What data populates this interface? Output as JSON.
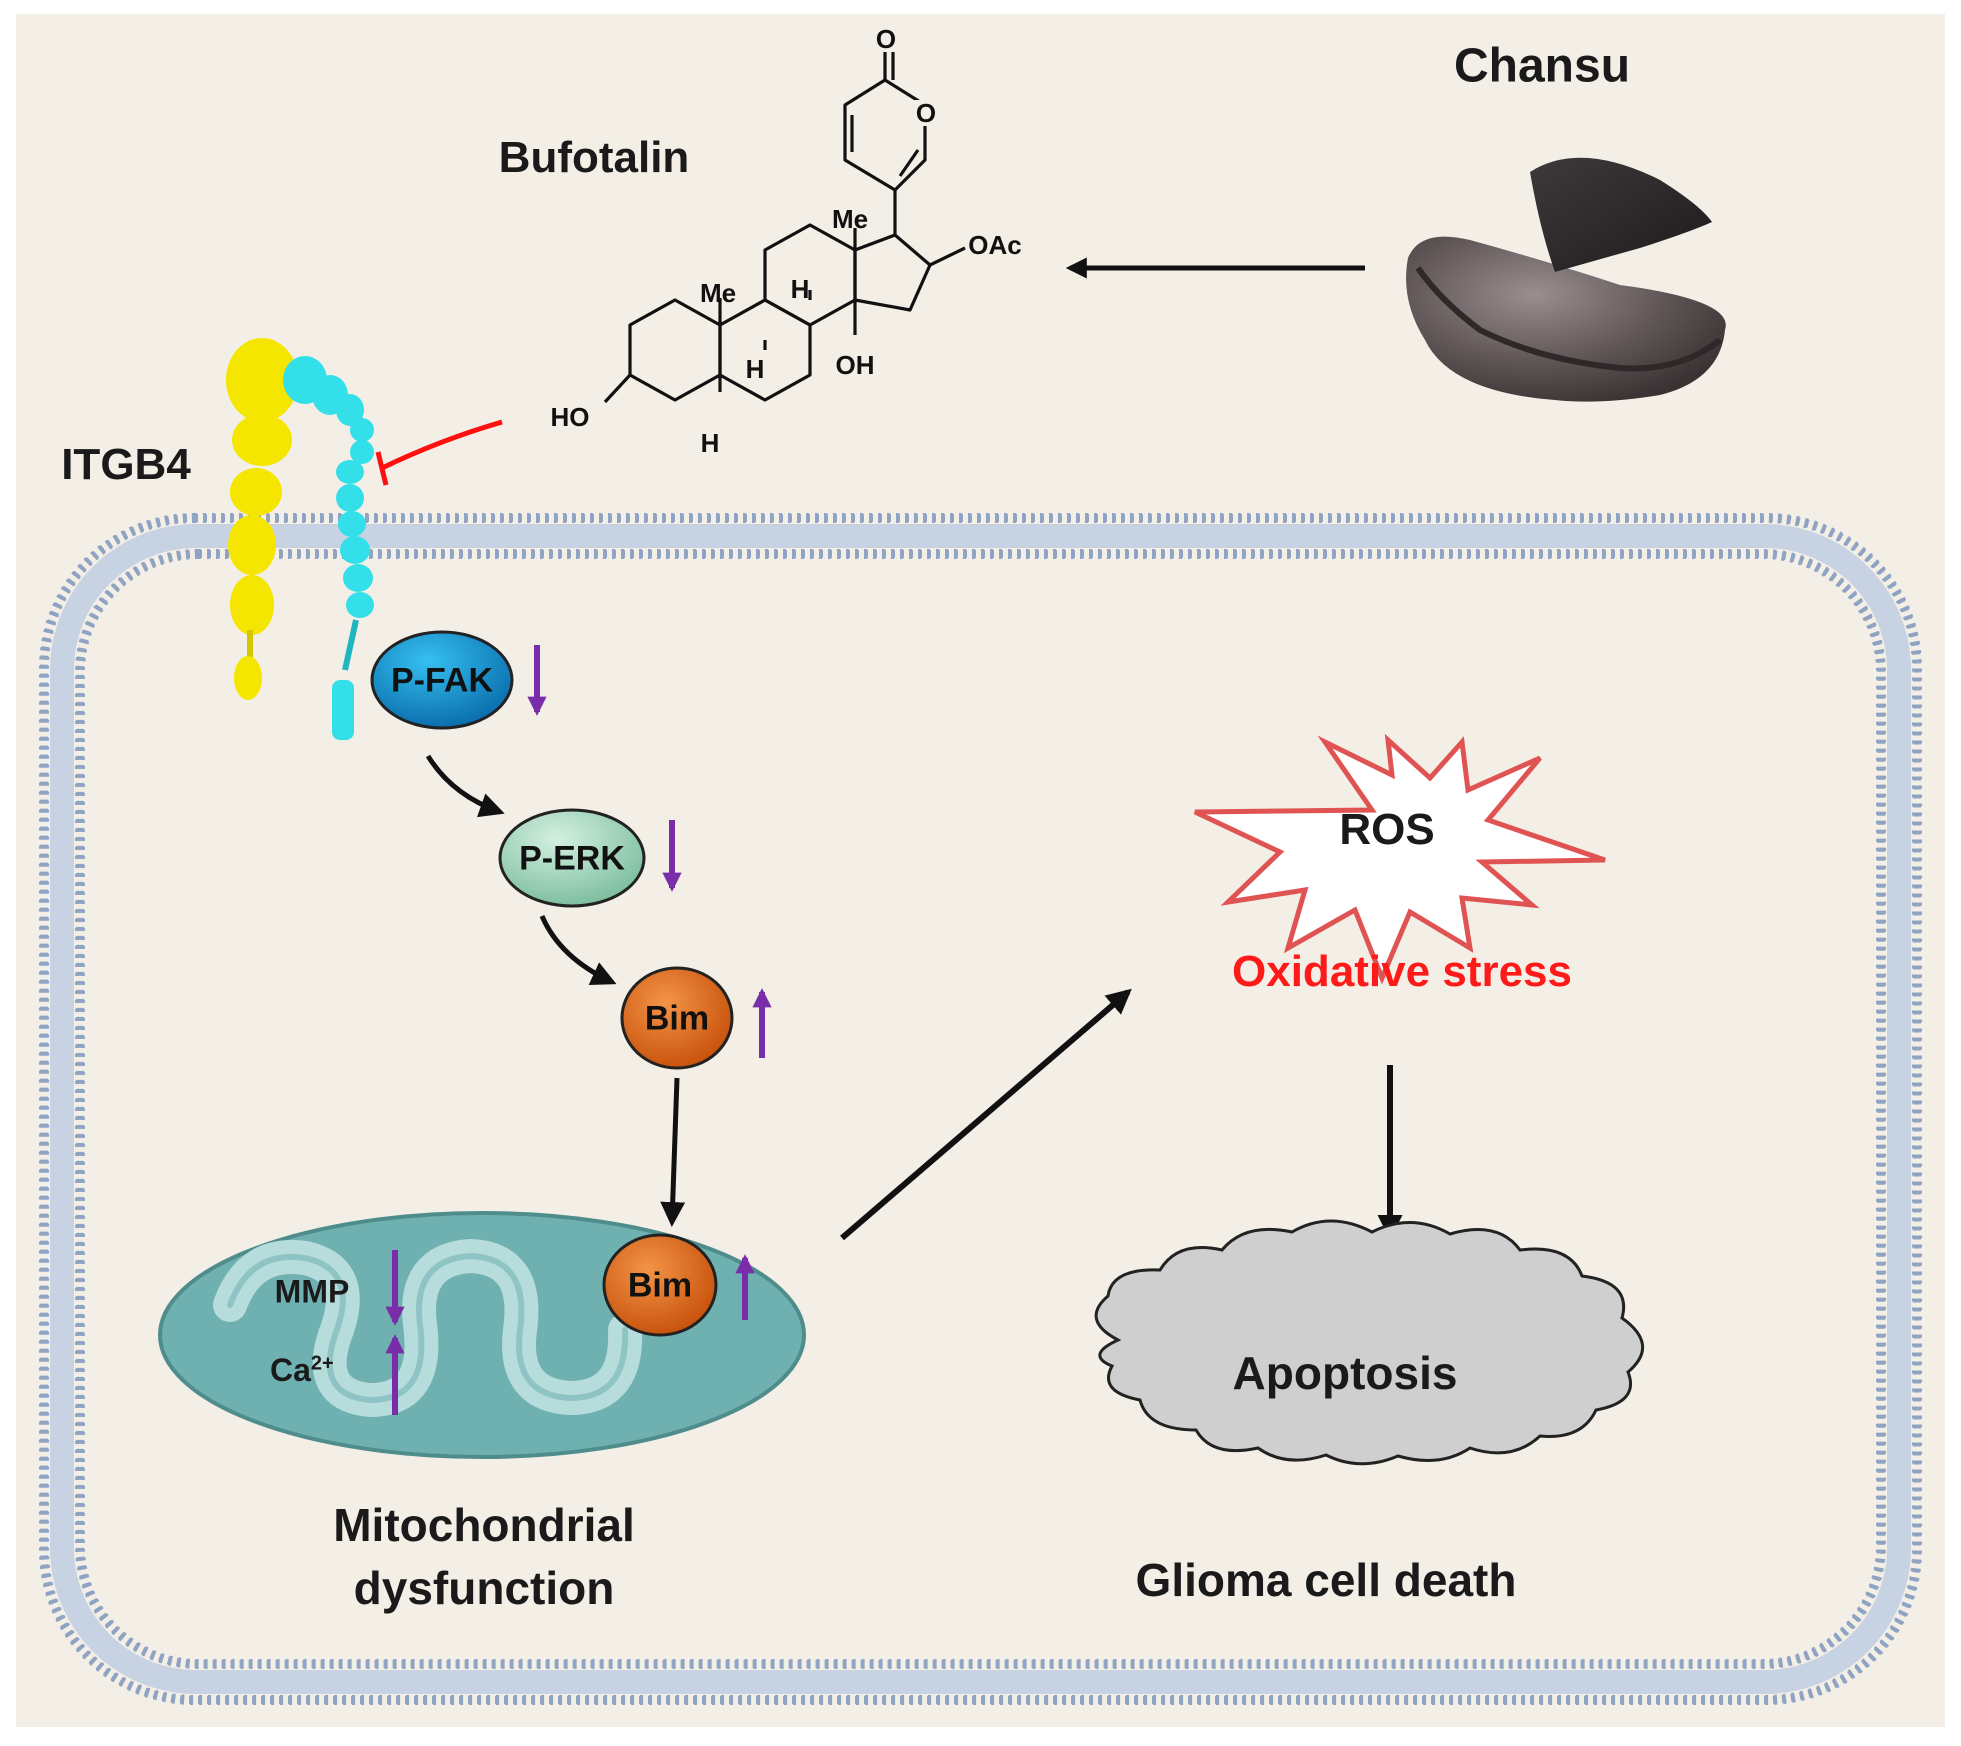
{
  "labels": {
    "chansu": "Chansu",
    "bufotalin": "Bufotalin",
    "itgb4": "ITGB4",
    "pfak": "P-FAK",
    "perk": "P-ERK",
    "bim1": "Bim",
    "bim2": "Bim",
    "mmp": "MMP",
    "ca": "Ca",
    "ca_sup": "2+",
    "ros": "ROS",
    "oxidative": "Oxidative stress",
    "apoptosis": "Apoptosis",
    "mito_line1": "Mitochondrial",
    "mito_line2": "dysfunction",
    "glioma": "Glioma cell death"
  },
  "structure_labels": {
    "o_top": "O",
    "o_ring": "O",
    "me1": "Me",
    "me2": "Me",
    "oac": "OAc",
    "h1": "H",
    "h2": "H",
    "h3": "H",
    "oh": "OH",
    "ho": "HO"
  },
  "colors": {
    "background": "#f3efe6",
    "membrane": "#8fa3c2",
    "pfak_fill": "#1f9fd8",
    "perk_fill": "#a9d8c0",
    "bim_fill": "#e06a1a",
    "mito_fill": "#6fb1b0",
    "ros_stroke": "#e05353",
    "oxidative_text": "#ff1a1a",
    "cloud_fill": "#cfcfcf",
    "arrow_purple": "#7a2da8",
    "itgb4_yellow": "#f4e600",
    "itgb4_cyan": "#33e0ea",
    "inhibit_red": "#ff1010",
    "chansu_stone": "#5a5152"
  },
  "regulation": {
    "pfak": "down",
    "perk": "down",
    "bim_cytosol": "up",
    "bim_mito": "up",
    "mmp": "down",
    "ca": "up"
  }
}
